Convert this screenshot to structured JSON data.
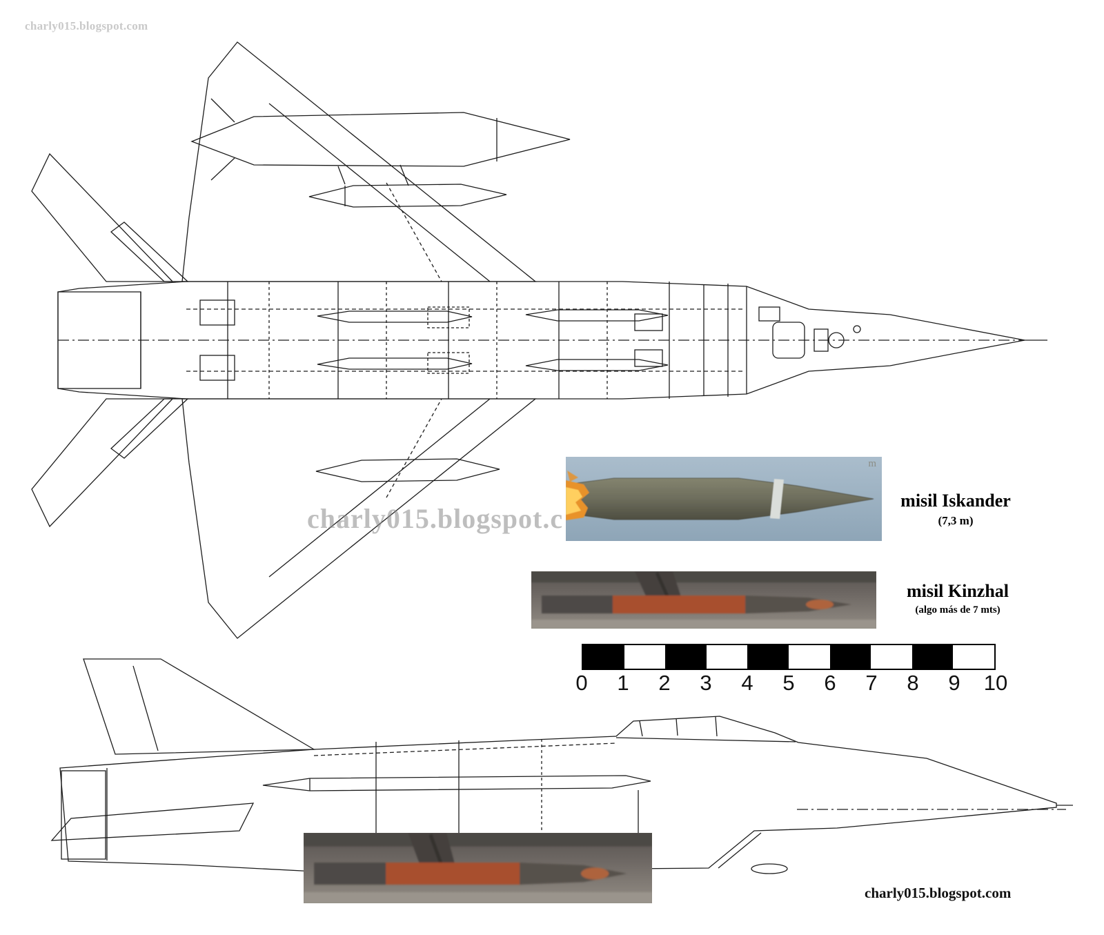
{
  "watermarks": {
    "top_left": "charly015.blogspot.com",
    "center": "charly015.blogspot.c",
    "bottom_right": "charly015.blogspot.com"
  },
  "missiles": {
    "iskander": {
      "label": "misil Iskander",
      "size": "(7,3 m)",
      "photo_watermark_fragment": "m"
    },
    "kinzhal": {
      "label": "misil Kinzhal",
      "size": "(algo más de 7 mts)"
    }
  },
  "ruler": {
    "ticks": [
      "0",
      "1",
      "2",
      "3",
      "4",
      "5",
      "6",
      "7",
      "8",
      "9",
      "10"
    ]
  }
}
